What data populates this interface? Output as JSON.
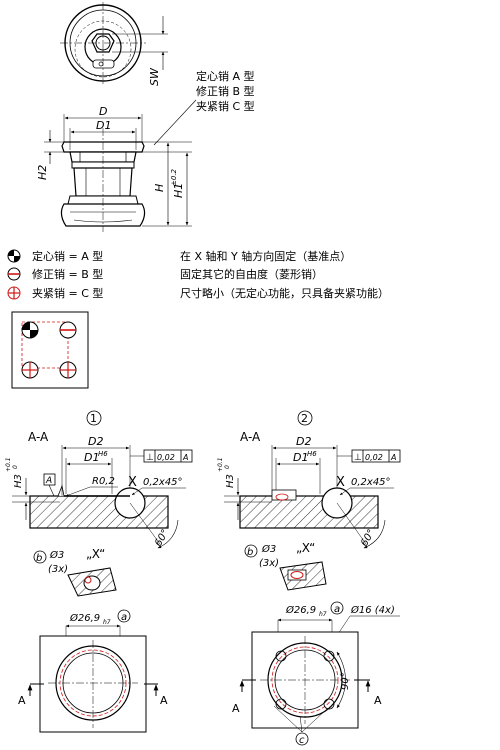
{
  "top_view": {
    "sw_label": "SW",
    "type_a": "定心销 A 型",
    "type_b": "修正销 B 型",
    "type_c": "夹紧销 C 型"
  },
  "side_view": {
    "d_label": "D",
    "d1_label": "D1",
    "h2_label": "H2",
    "h_label": "H",
    "h1_label": "H1",
    "h1_tol": "±0.2"
  },
  "legend": {
    "items": [
      {
        "icon": "centering-pin-icon",
        "label": "定心销 = A 型",
        "desc": "在 X 轴和 Y 轴方向固定（基准点）"
      },
      {
        "icon": "correction-pin-icon",
        "label": "修正销 = B 型",
        "desc": "固定其它的自由度（菱形销）"
      },
      {
        "icon": "clamping-pin-icon",
        "label": "夹紧销 = C 型",
        "desc": "尺寸略小（无定心功能，只具备夹紧功能）"
      }
    ]
  },
  "detail_1": {
    "number": "1",
    "section": "A-A",
    "d2": "D2",
    "d1": "D1",
    "d1_fit": "H6",
    "h3": "H3",
    "h3_tol_top": "+0.1",
    "h3_tol_bottom": "0",
    "datum": "A",
    "perp_symbol": "⊥",
    "perp_value": "0,02",
    "perp_datum": "A",
    "radius": "R0,2",
    "chamfer": "0,2x45°",
    "x_mark": "X",
    "angle": "60°",
    "note_b": "b",
    "hole_dia": "Ø3",
    "hole_qty": "(3x)",
    "detail_x": "„X“",
    "bore": "Ø26,9",
    "bore_fit": "h7",
    "note_a": "a",
    "section_a": "A"
  },
  "detail_2": {
    "number": "2",
    "section": "A-A",
    "d2": "D2",
    "d1": "D1",
    "d1_fit": "H6",
    "h3": "H3",
    "h3_tol_top": "+0.1",
    "h3_tol_bottom": "0",
    "perp_symbol": "⊥",
    "perp_value": "0,02",
    "perp_datum": "A",
    "chamfer": "0,2x45°",
    "x_mark": "X",
    "angle": "60°",
    "note_b": "b",
    "hole_dia": "Ø3",
    "hole_qty": "(3x)",
    "detail_x": "„X“",
    "bore": "Ø26,9",
    "bore_fit": "h7",
    "note_a": "a",
    "counterbore": "Ø16 (4x)",
    "angle_90": "90°",
    "note_c": "c",
    "section_a": "A"
  },
  "colors": {
    "line": "#000000",
    "accent": "#d01818",
    "hatch": "#000000"
  }
}
